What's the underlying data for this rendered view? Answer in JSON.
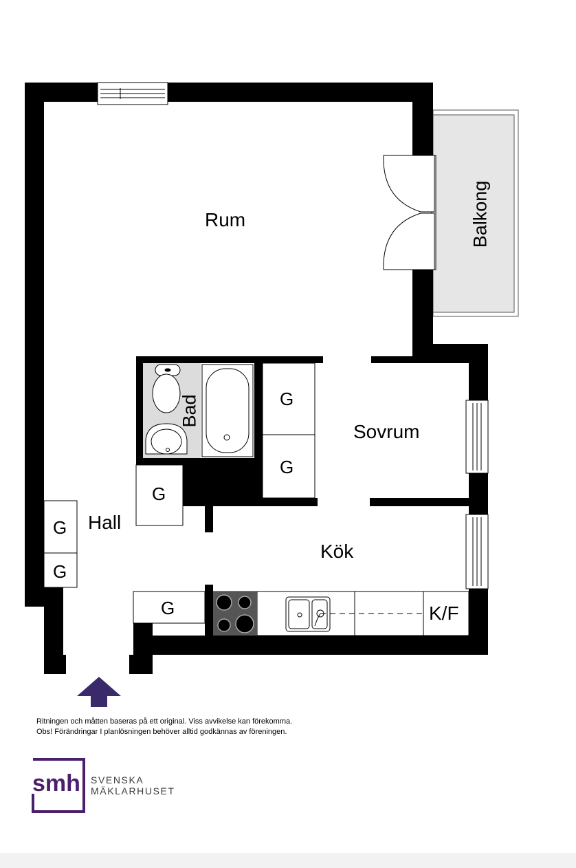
{
  "rooms": {
    "rum": "Rum",
    "balkong": "Balkong",
    "bad": "Bad",
    "sovrum": "Sovrum",
    "hall": "Hall",
    "kok": "Kök",
    "kf": "K/F"
  },
  "closets": {
    "g1": "G",
    "g2": "G",
    "g3": "G",
    "g4": "G",
    "g5": "G",
    "g6": "G"
  },
  "disclaimer": {
    "line1": "Ritningen och måtten baseras på ett original. Viss avvikelse kan förekomma.",
    "line2": "Obs! Förändringar I planlösningen behöver alltid godkännas av föreningen."
  },
  "logo": {
    "mark": "smh",
    "line1": "SVENSKA",
    "line2": "MÄKLARHUSET"
  },
  "colors": {
    "wall": "#000000",
    "balcony": "#e8e8e8",
    "bathroom": "#dcdcdc",
    "stove": "#555555",
    "arrow": "#3b2a6b",
    "brand": "#4a1f6b"
  },
  "icons": [
    "entrance-arrow-icon",
    "toilet-icon",
    "bathtub-icon",
    "sink-icon",
    "stove-icon",
    "kitchen-sink-icon",
    "window-icon",
    "door-icon",
    "logo-icon"
  ]
}
